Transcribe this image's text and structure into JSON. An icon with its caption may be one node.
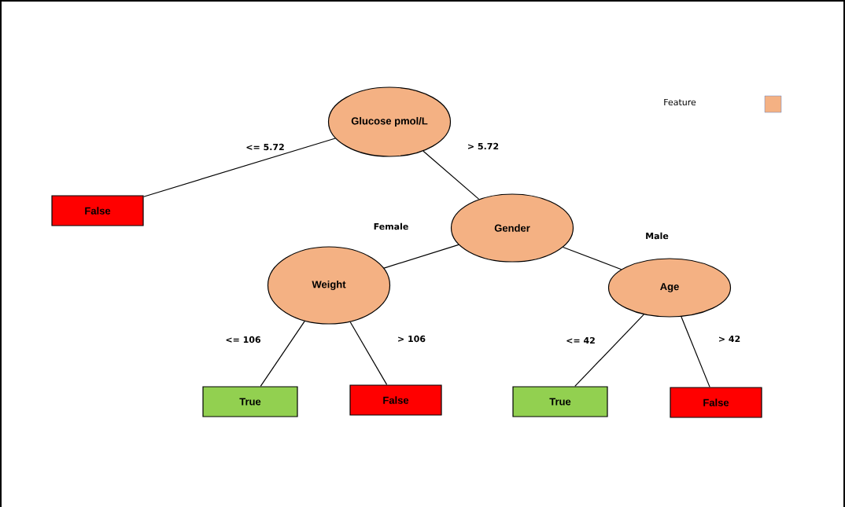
{
  "diagram": {
    "nodes": [
      {
        "text": [
          "Glucose pmol/L"
        ]
      },
      {
        "text": [
          "False"
        ]
      },
      {
        "text": [
          "Gender"
        ]
      },
      {
        "text": [
          "Weight"
        ]
      },
      {
        "text": [
          "Age"
        ]
      },
      {
        "text": [
          "True"
        ]
      },
      {
        "text": [
          "False"
        ]
      },
      {
        "text": [
          "True"
        ]
      },
      {
        "text": [
          "False"
        ]
      }
    ],
    "edges": [
      {
        "from": 0,
        "to": 1,
        "arrow": "none",
        "label": "<= 5.72"
      },
      {
        "from": 0,
        "to": 2,
        "arrow": "none",
        "label": "> 5.72"
      },
      {
        "from": 2,
        "to": 3,
        "arrow": "none",
        "label": "Female"
      },
      {
        "from": 2,
        "to": 4,
        "arrow": "none",
        "label": "Male"
      },
      {
        "from": 3,
        "to": 5,
        "arrow": "none",
        "label": "<= 106"
      },
      {
        "from": 3,
        "to": 6,
        "arrow": "none",
        "label": "> 106"
      },
      {
        "from": 4,
        "to": 7,
        "arrow": "none",
        "label": "<= 42"
      },
      {
        "from": 4,
        "to": 8,
        "arrow": "none",
        "label": "> 42"
      }
    ],
    "legend": [
      {
        "text": "Feature",
        "color": "#f4b183"
      }
    ]
  }
}
